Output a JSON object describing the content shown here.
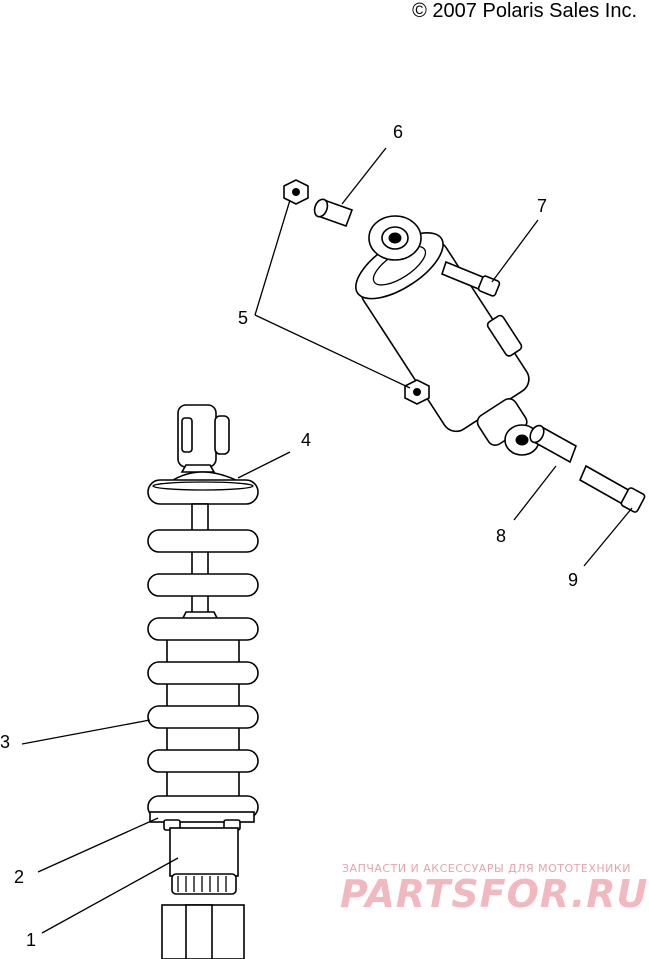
{
  "copyright": "© 2007 Polaris Sales Inc.",
  "callouts": [
    {
      "id": "1",
      "label": "1"
    },
    {
      "id": "2",
      "label": "2"
    },
    {
      "id": "3",
      "label": "3"
    },
    {
      "id": "4",
      "label": "4"
    },
    {
      "id": "5",
      "label": "5"
    },
    {
      "id": "6",
      "label": "6"
    },
    {
      "id": "7",
      "label": "7"
    },
    {
      "id": "8",
      "label": "8"
    },
    {
      "id": "9",
      "label": "9"
    }
  ],
  "watermark": {
    "tagline": "ЗАПЧАСТИ И АКСЕССУАРЫ ДЛЯ МОТОТЕХНИКИ",
    "logo": "PARTSFOR.RU",
    "color": "#f2b8c0"
  }
}
